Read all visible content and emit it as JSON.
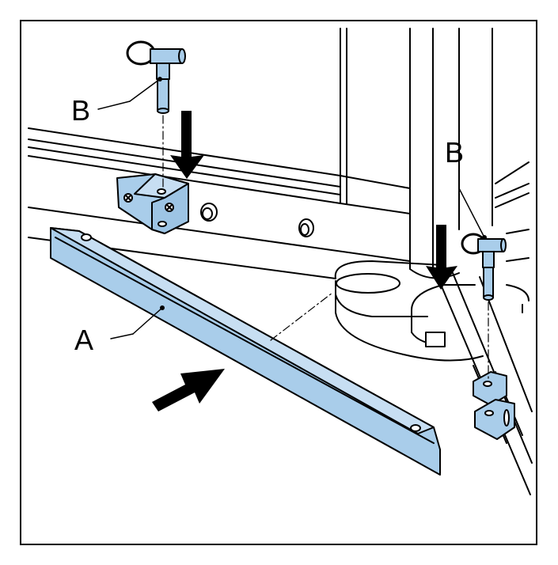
{
  "callouts": {
    "a": {
      "label": "A"
    },
    "b_left": {
      "label": "B"
    },
    "b_right": {
      "label": "B"
    }
  },
  "colors": {
    "part_fill": "#a9cdea",
    "line": "#000000",
    "background": "#ffffff"
  },
  "icons": {
    "arrow_down": "down-arrow-icon",
    "arrow_diagonal": "diagonal-arrow-icon"
  }
}
